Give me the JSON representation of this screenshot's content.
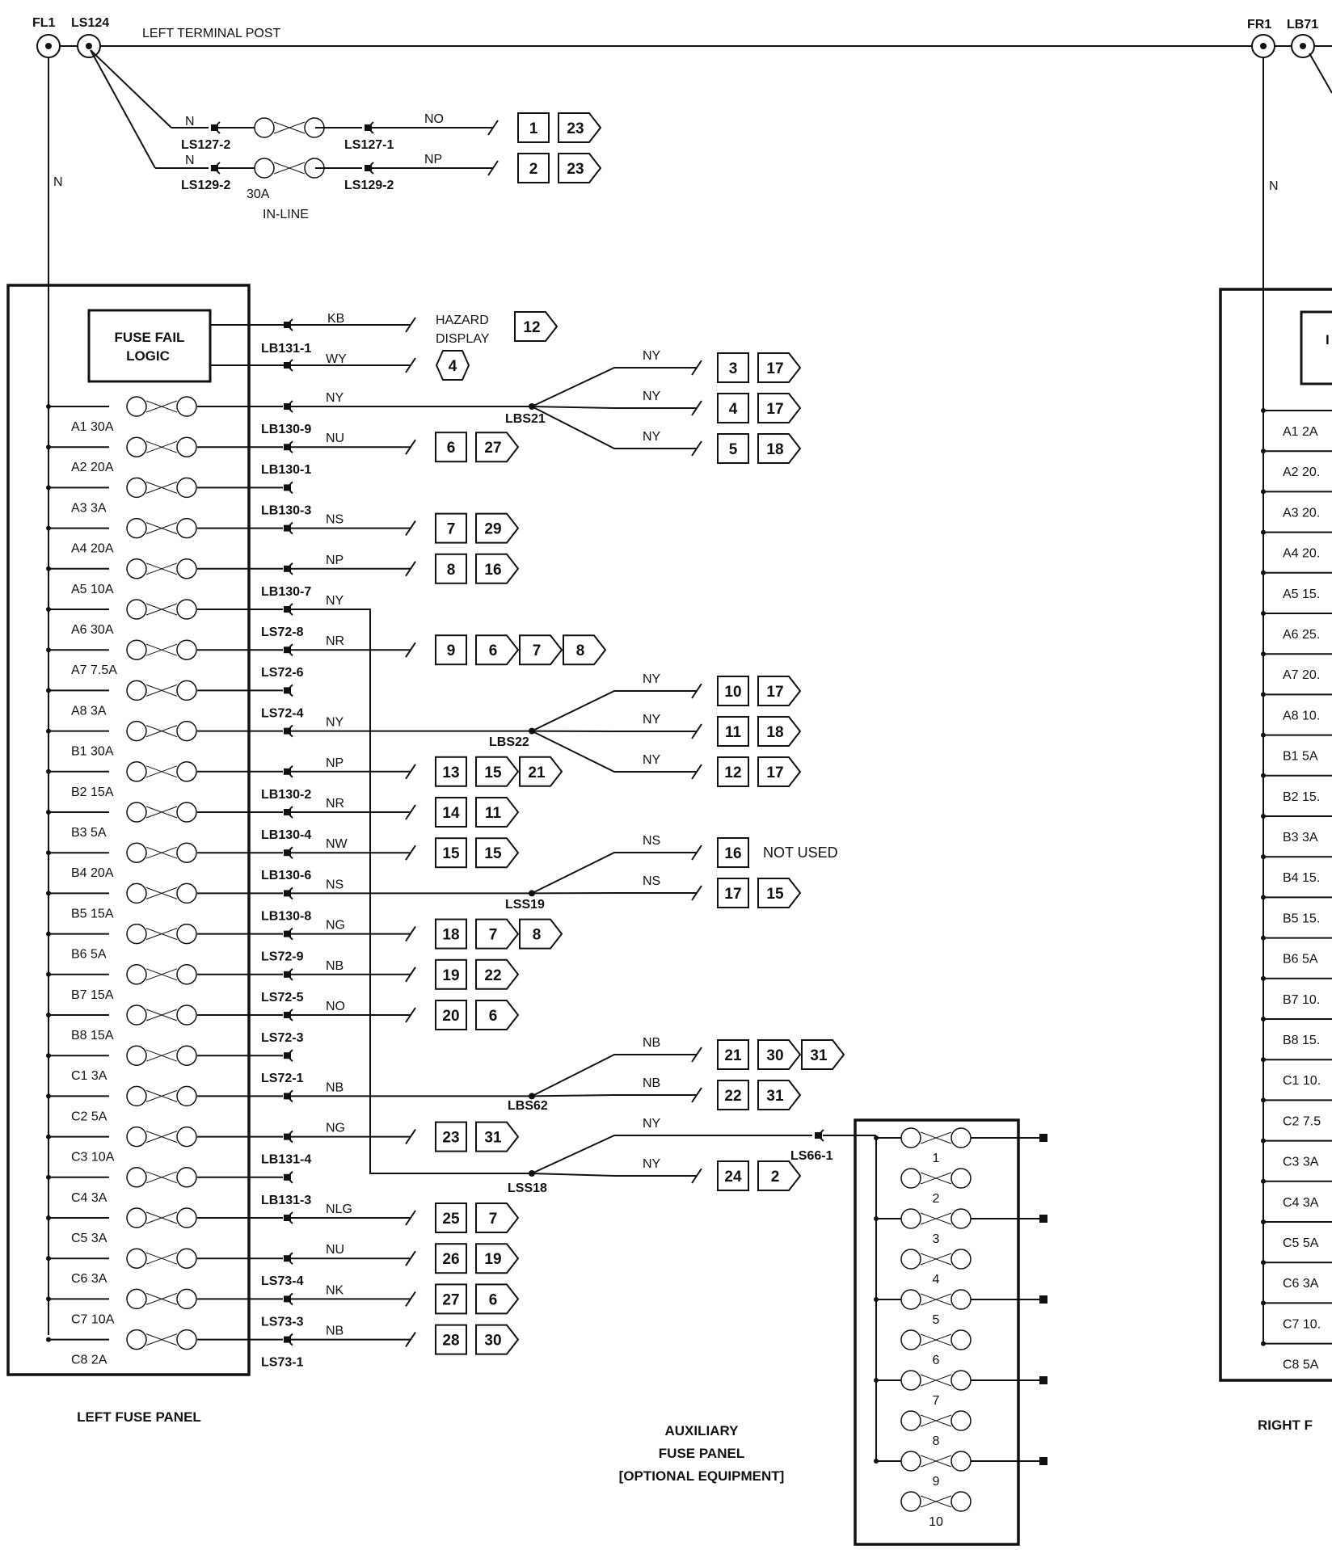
{
  "top": {
    "left_terminals": [
      "FL1",
      "LS124"
    ],
    "right_terminals": [
      "FR1",
      "LB71"
    ],
    "post_label": "LEFT TERMINAL POST",
    "n_label": "N"
  },
  "inline_fuses": [
    {
      "n": "N",
      "conn_left": "LS127-2",
      "conn_right": "LS127-1",
      "wire": "NO",
      "refs": [
        "1"
      ],
      "arrow": [
        "23"
      ]
    },
    {
      "n": "N",
      "conn_left": "LS129-2",
      "conn_right": "LS129-2",
      "wire": "NP",
      "refs": [
        "2"
      ],
      "arrow": [
        "23"
      ]
    }
  ],
  "inline_rating": [
    "30A",
    "IN-LINE"
  ],
  "left_panel": {
    "title": "LEFT FUSE PANEL",
    "logic_label": [
      "FUSE FAIL",
      "LOGIC"
    ],
    "fuses": [
      "A1 30A",
      "A2 20A",
      "A3 3A",
      "A4 20A",
      "A5 10A",
      "A6 30A",
      "A7 7.5A",
      "A8 3A",
      "B1 30A",
      "B2 15A",
      "B3 5A",
      "B4 20A",
      "B5 15A",
      "B6 5A",
      "B7 15A",
      "B8 15A",
      "C1 3A",
      "C2 5A",
      "C3 10A",
      "C4 3A",
      "C5 3A",
      "C6 3A",
      "C7 10A",
      "C8 2A"
    ]
  },
  "logic_outputs": [
    {
      "wire": "KB",
      "conn": "LB131-1",
      "text": [
        "HAZARD",
        "DISPLAY"
      ],
      "arrow": "12"
    },
    {
      "wire": "WY",
      "conn": "",
      "text": [],
      "hex": "4"
    }
  ],
  "circuits": [
    {
      "conn": "LB130-9",
      "wire": "NY"
    },
    {
      "conn": "LB130-1",
      "wire": "NU",
      "refs": [
        "6"
      ],
      "arrow": [
        "27"
      ]
    },
    {
      "conn": "LB130-3",
      "wire": ""
    },
    {
      "conn": "",
      "wire": "NS",
      "refs": [
        "7"
      ],
      "arrow": [
        "29"
      ]
    },
    {
      "conn": "LB130-7",
      "wire": "NP",
      "refs": [
        "8"
      ],
      "arrow": [
        "16"
      ]
    },
    {
      "conn": "LS72-8",
      "wire": "NY"
    },
    {
      "conn": "LS72-6",
      "wire": "NR",
      "refs": [
        "9"
      ],
      "arrow": [
        "6",
        "7",
        "8"
      ]
    },
    {
      "conn": "LS72-4",
      "wire": ""
    },
    {
      "conn": "",
      "wire": "NY"
    },
    {
      "conn": "LB130-2",
      "wire": "NP",
      "refs": [
        "13"
      ],
      "arrow": [
        "15",
        "21"
      ]
    },
    {
      "conn": "LB130-4",
      "wire": "NR",
      "refs": [
        "14"
      ],
      "arrow": [
        "11"
      ]
    },
    {
      "conn": "LB130-6",
      "wire": "NW",
      "refs": [
        "15"
      ],
      "arrow": [
        "15"
      ]
    },
    {
      "conn": "LB130-8",
      "wire": "NS"
    },
    {
      "conn": "LS72-9",
      "wire": "NG",
      "refs": [
        "18"
      ],
      "arrow": [
        "7",
        "8"
      ]
    },
    {
      "conn": "LS72-5",
      "wire": "NB",
      "refs": [
        "19"
      ],
      "arrow": [
        "22"
      ]
    },
    {
      "conn": "LS72-3",
      "wire": "NO",
      "refs": [
        "20"
      ],
      "arrow": [
        "6"
      ]
    },
    {
      "conn": "LS72-1",
      "wire": ""
    },
    {
      "conn": "",
      "wire": "NB"
    },
    {
      "conn": "LB131-4",
      "wire": "NG",
      "refs": [
        "23"
      ],
      "arrow": [
        "31"
      ]
    },
    {
      "conn": "LB131-3",
      "wire": ""
    },
    {
      "conn": "",
      "wire": "NLG",
      "refs": [
        "25"
      ],
      "arrow": [
        "7"
      ]
    },
    {
      "conn": "LS73-4",
      "wire": "NU",
      "refs": [
        "26"
      ],
      "arrow": [
        "19"
      ]
    },
    {
      "conn": "LS73-3",
      "wire": "NK",
      "refs": [
        "27"
      ],
      "arrow": [
        "6"
      ]
    },
    {
      "conn": "LS73-1",
      "wire": "NB",
      "refs": [
        "28"
      ],
      "arrow": [
        "30"
      ]
    }
  ],
  "splices": [
    {
      "name": "LBS21",
      "branches": [
        {
          "wire": "NY",
          "refs": [
            "3"
          ],
          "arrow": [
            "17"
          ]
        },
        {
          "wire": "NY",
          "refs": [
            "4"
          ],
          "arrow": [
            "17"
          ]
        },
        {
          "wire": "NY",
          "refs": [
            "5"
          ],
          "arrow": [
            "18"
          ]
        }
      ]
    },
    {
      "name": "LBS22",
      "branches": [
        {
          "wire": "NY",
          "refs": [
            "10"
          ],
          "arrow": [
            "17"
          ]
        },
        {
          "wire": "NY",
          "refs": [
            "11"
          ],
          "arrow": [
            "18"
          ]
        },
        {
          "wire": "NY",
          "refs": [
            "12"
          ],
          "arrow": [
            "17"
          ]
        }
      ]
    },
    {
      "name": "LSS19",
      "branches": [
        {
          "wire": "NS",
          "refs": [
            "16"
          ],
          "text": "NOT USED"
        },
        {
          "wire": "NS",
          "refs": [
            "17"
          ],
          "arrow": [
            "15"
          ]
        }
      ]
    },
    {
      "name": "LBS62",
      "branches": [
        {
          "wire": "NB",
          "refs": [
            "21"
          ],
          "arrow": [
            "30",
            "31"
          ]
        },
        {
          "wire": "NB",
          "refs": [
            "22"
          ],
          "arrow": [
            "31"
          ]
        }
      ]
    },
    {
      "name": "LSS18",
      "branches": [
        {
          "wire": "NY",
          "conn": "LS66-1"
        },
        {
          "wire": "NY",
          "refs": [
            "24"
          ],
          "arrow": [
            "2"
          ]
        }
      ]
    }
  ],
  "aux_panel": {
    "title": [
      "AUXILIARY",
      "FUSE PANEL",
      "[OPTIONAL EQUIPMENT]"
    ],
    "fuses": [
      "1",
      "2",
      "3",
      "4",
      "5",
      "6",
      "7",
      "8",
      "9",
      "10"
    ]
  },
  "right_panel": {
    "title": "RIGHT F",
    "fuses": [
      "A1 2A",
      "A2 20.",
      "A3 20.",
      "A4 20.",
      "A5 15.",
      "A6 25.",
      "A7 20.",
      "A8 10.",
      "B1 5A",
      "B2 15.",
      "B3 3A",
      "B4 15.",
      "B5 15.",
      "B6 5A",
      "B7 10.",
      "B8 15.",
      "C1 10.",
      "C2 7.5",
      "C3 3A",
      "C4 3A",
      "C5 5A",
      "C6 3A",
      "C7 10.",
      "C8 5A"
    ],
    "logic_fragment": "I"
  }
}
